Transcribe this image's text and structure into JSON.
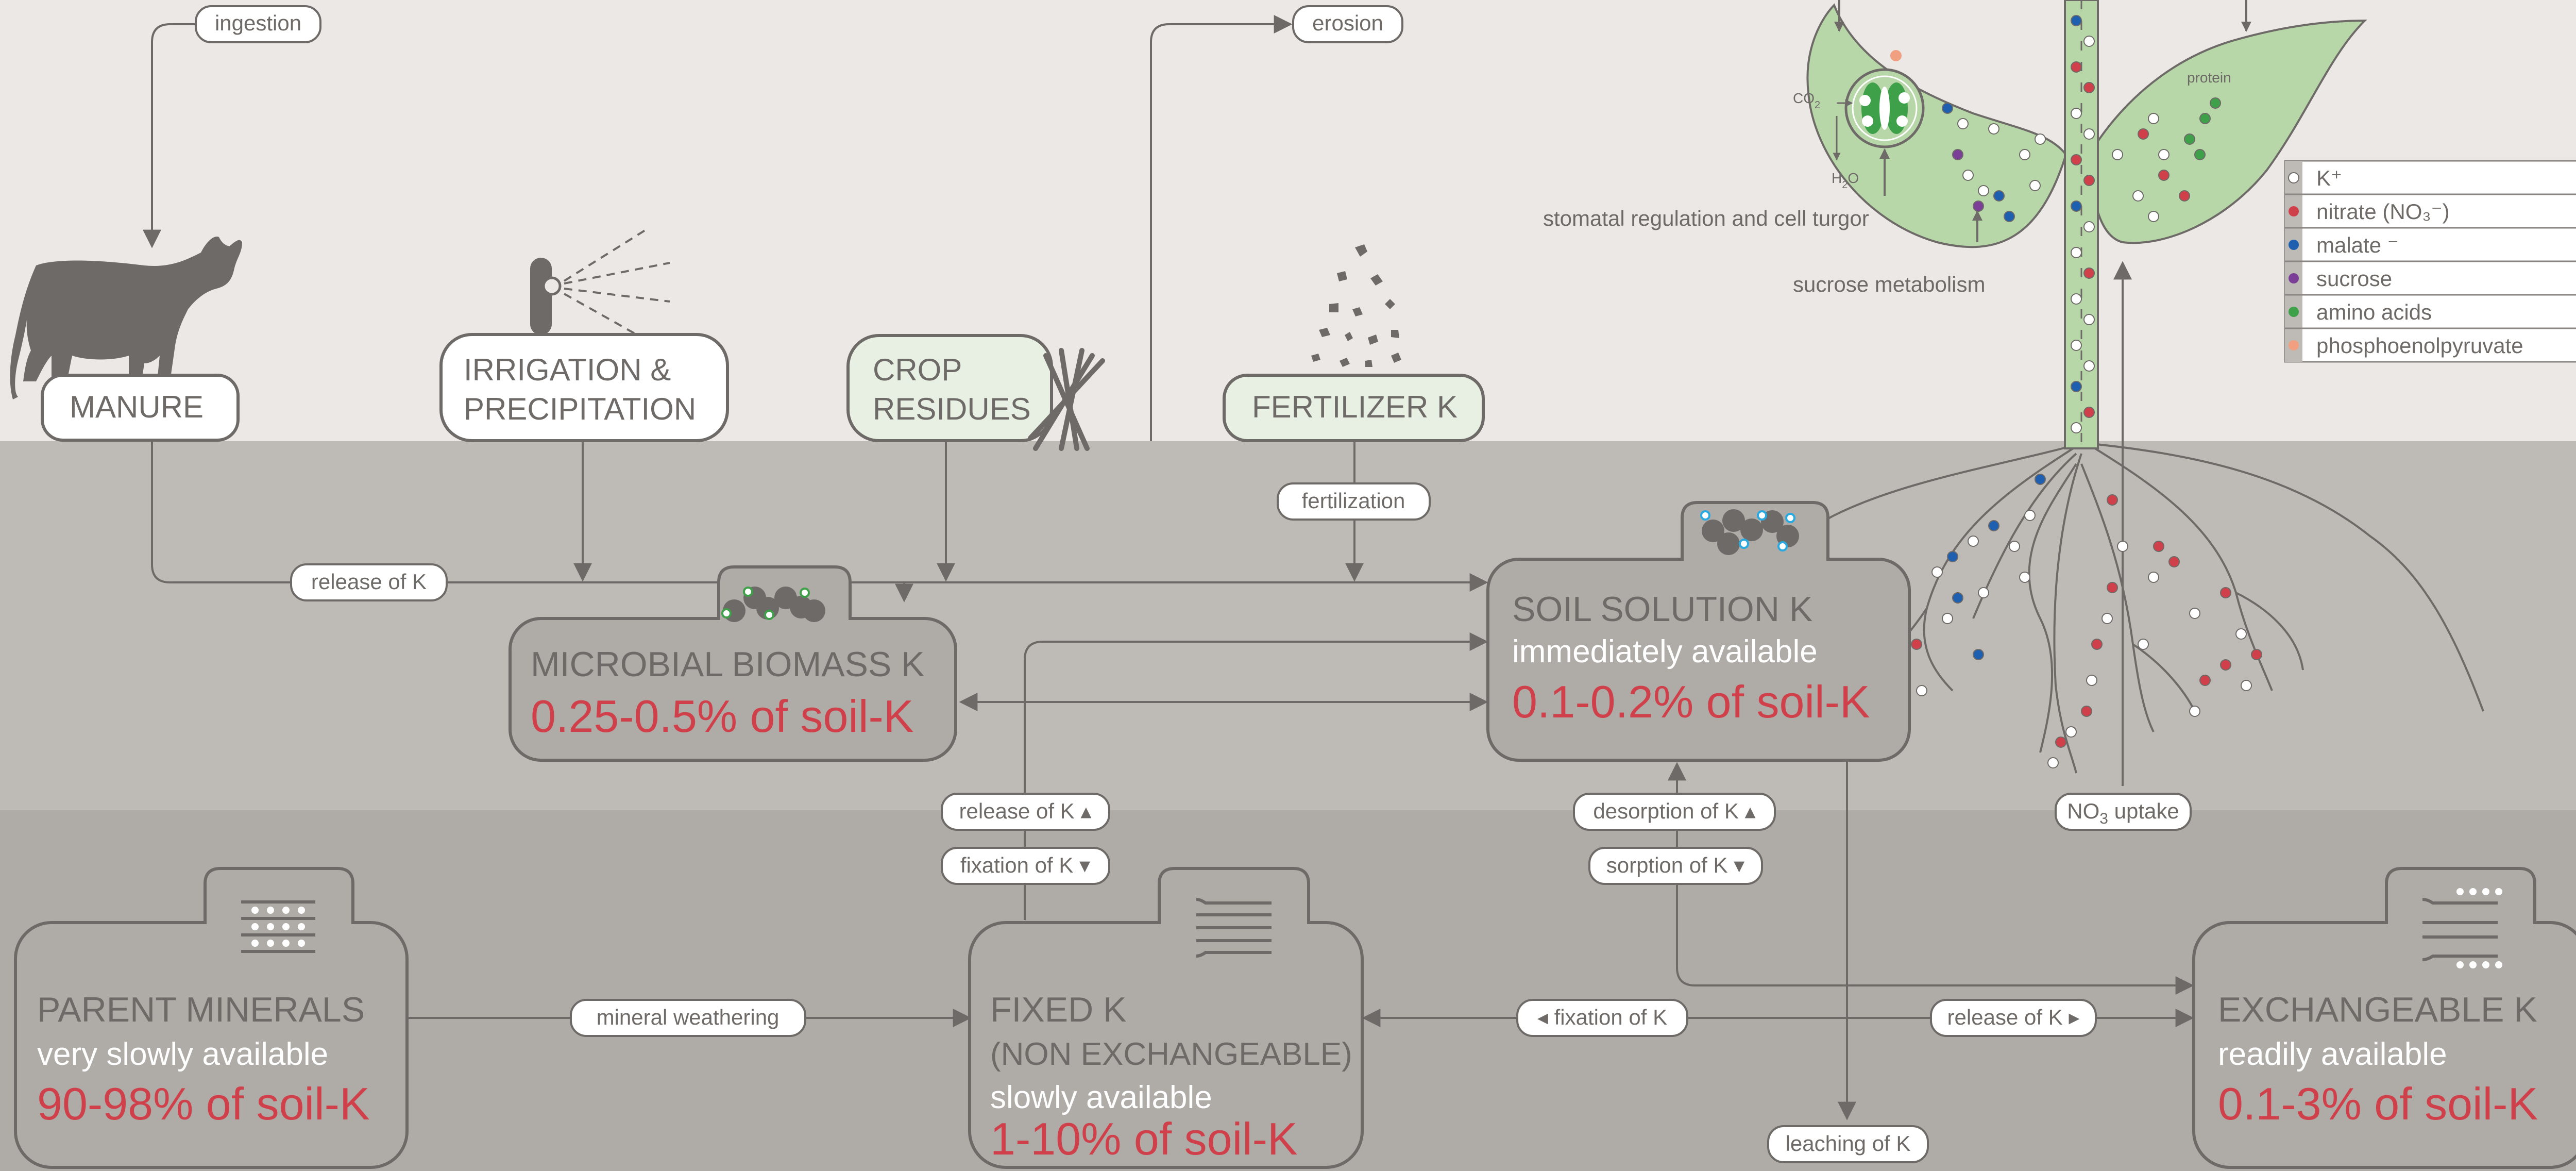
{
  "colors": {
    "sky": "#ECE8E5",
    "topsoil": "#BEBAB6",
    "subsoil": "#AFABA7",
    "box_fill": "#AFABA7",
    "box_stroke": "#6E6A67",
    "pill_fill": "#FFFFFF",
    "green_box": "#E7F0E2",
    "plant_green": "#B7D7A8",
    "dark_text": "#6E6A67",
    "white_text": "#FFFFFF",
    "red_text": "#D0404A",
    "line": "#6E6A67"
  },
  "top_inputs": {
    "manure": "MANURE",
    "irrigation_line1": "IRRIGATION &",
    "irrigation_line2": "PRECIPITATION",
    "crop_line1": "CROP",
    "crop_line2": "RESIDUES",
    "fertilizer": "FERTILIZER K"
  },
  "pools": {
    "microbial": {
      "title": "MICROBIAL BIOMASS K",
      "share": "0.25-0.5% of soil-K"
    },
    "soil_solution": {
      "title": "SOIL SOLUTION K",
      "subtitle": "immediately available",
      "share": "0.1-0.2% of soil-K"
    },
    "parent": {
      "title": "PARENT MINERALS",
      "subtitle": "very slowly available",
      "share": "90-98% of soil-K"
    },
    "fixed": {
      "title": "FIXED K",
      "title2": "(NON EXCHANGEABLE)",
      "subtitle": "slowly available",
      "share": "1-10% of soil-K"
    },
    "exchangeable": {
      "title": "EXCHANGEABLE K",
      "subtitle": "readily available",
      "share": "0.1-3% of soil-K"
    }
  },
  "process_labels": {
    "ingestion": "ingestion",
    "erosion": "erosion",
    "release_k_top": "release of K",
    "fertilization": "fertilization",
    "release_k_up": "release of K ▴",
    "fixation_k_down": "fixation of K ▾",
    "desorption": "desorption of K ▴",
    "sorption": "sorption of K ▾",
    "no3_uptake_prefix": "NO",
    "no3_uptake_sub": "3",
    "no3_uptake_suffix": " uptake",
    "mineral_weathering": "mineral weathering",
    "fixation_k_left": "◂ fixation of K",
    "release_k_right": "release of K ▸",
    "leaching": "leaching of K"
  },
  "plant_labels": {
    "stomatal": "stomatal regulation and cell turgor",
    "sucrose_metabolism": "sucrose metabolism",
    "protein": "protein",
    "co2_main": "CO",
    "co2_sub": "2",
    "h2o_main": "H",
    "h2o_sub": "2",
    "h2o_end": "O"
  },
  "legend": [
    {
      "label": "K⁺",
      "color": "#FFFFFF"
    },
    {
      "label": "nitrate (NO₃⁻)",
      "color": "#D0404A"
    },
    {
      "label": "malate ⁻",
      "color": "#1F5FB0"
    },
    {
      "label": "sucrose",
      "color": "#7B3F98"
    },
    {
      "label": "amino acids",
      "color": "#3FA04A"
    },
    {
      "label": "phosphoenolpyruvate",
      "color": "#F0A080"
    }
  ]
}
